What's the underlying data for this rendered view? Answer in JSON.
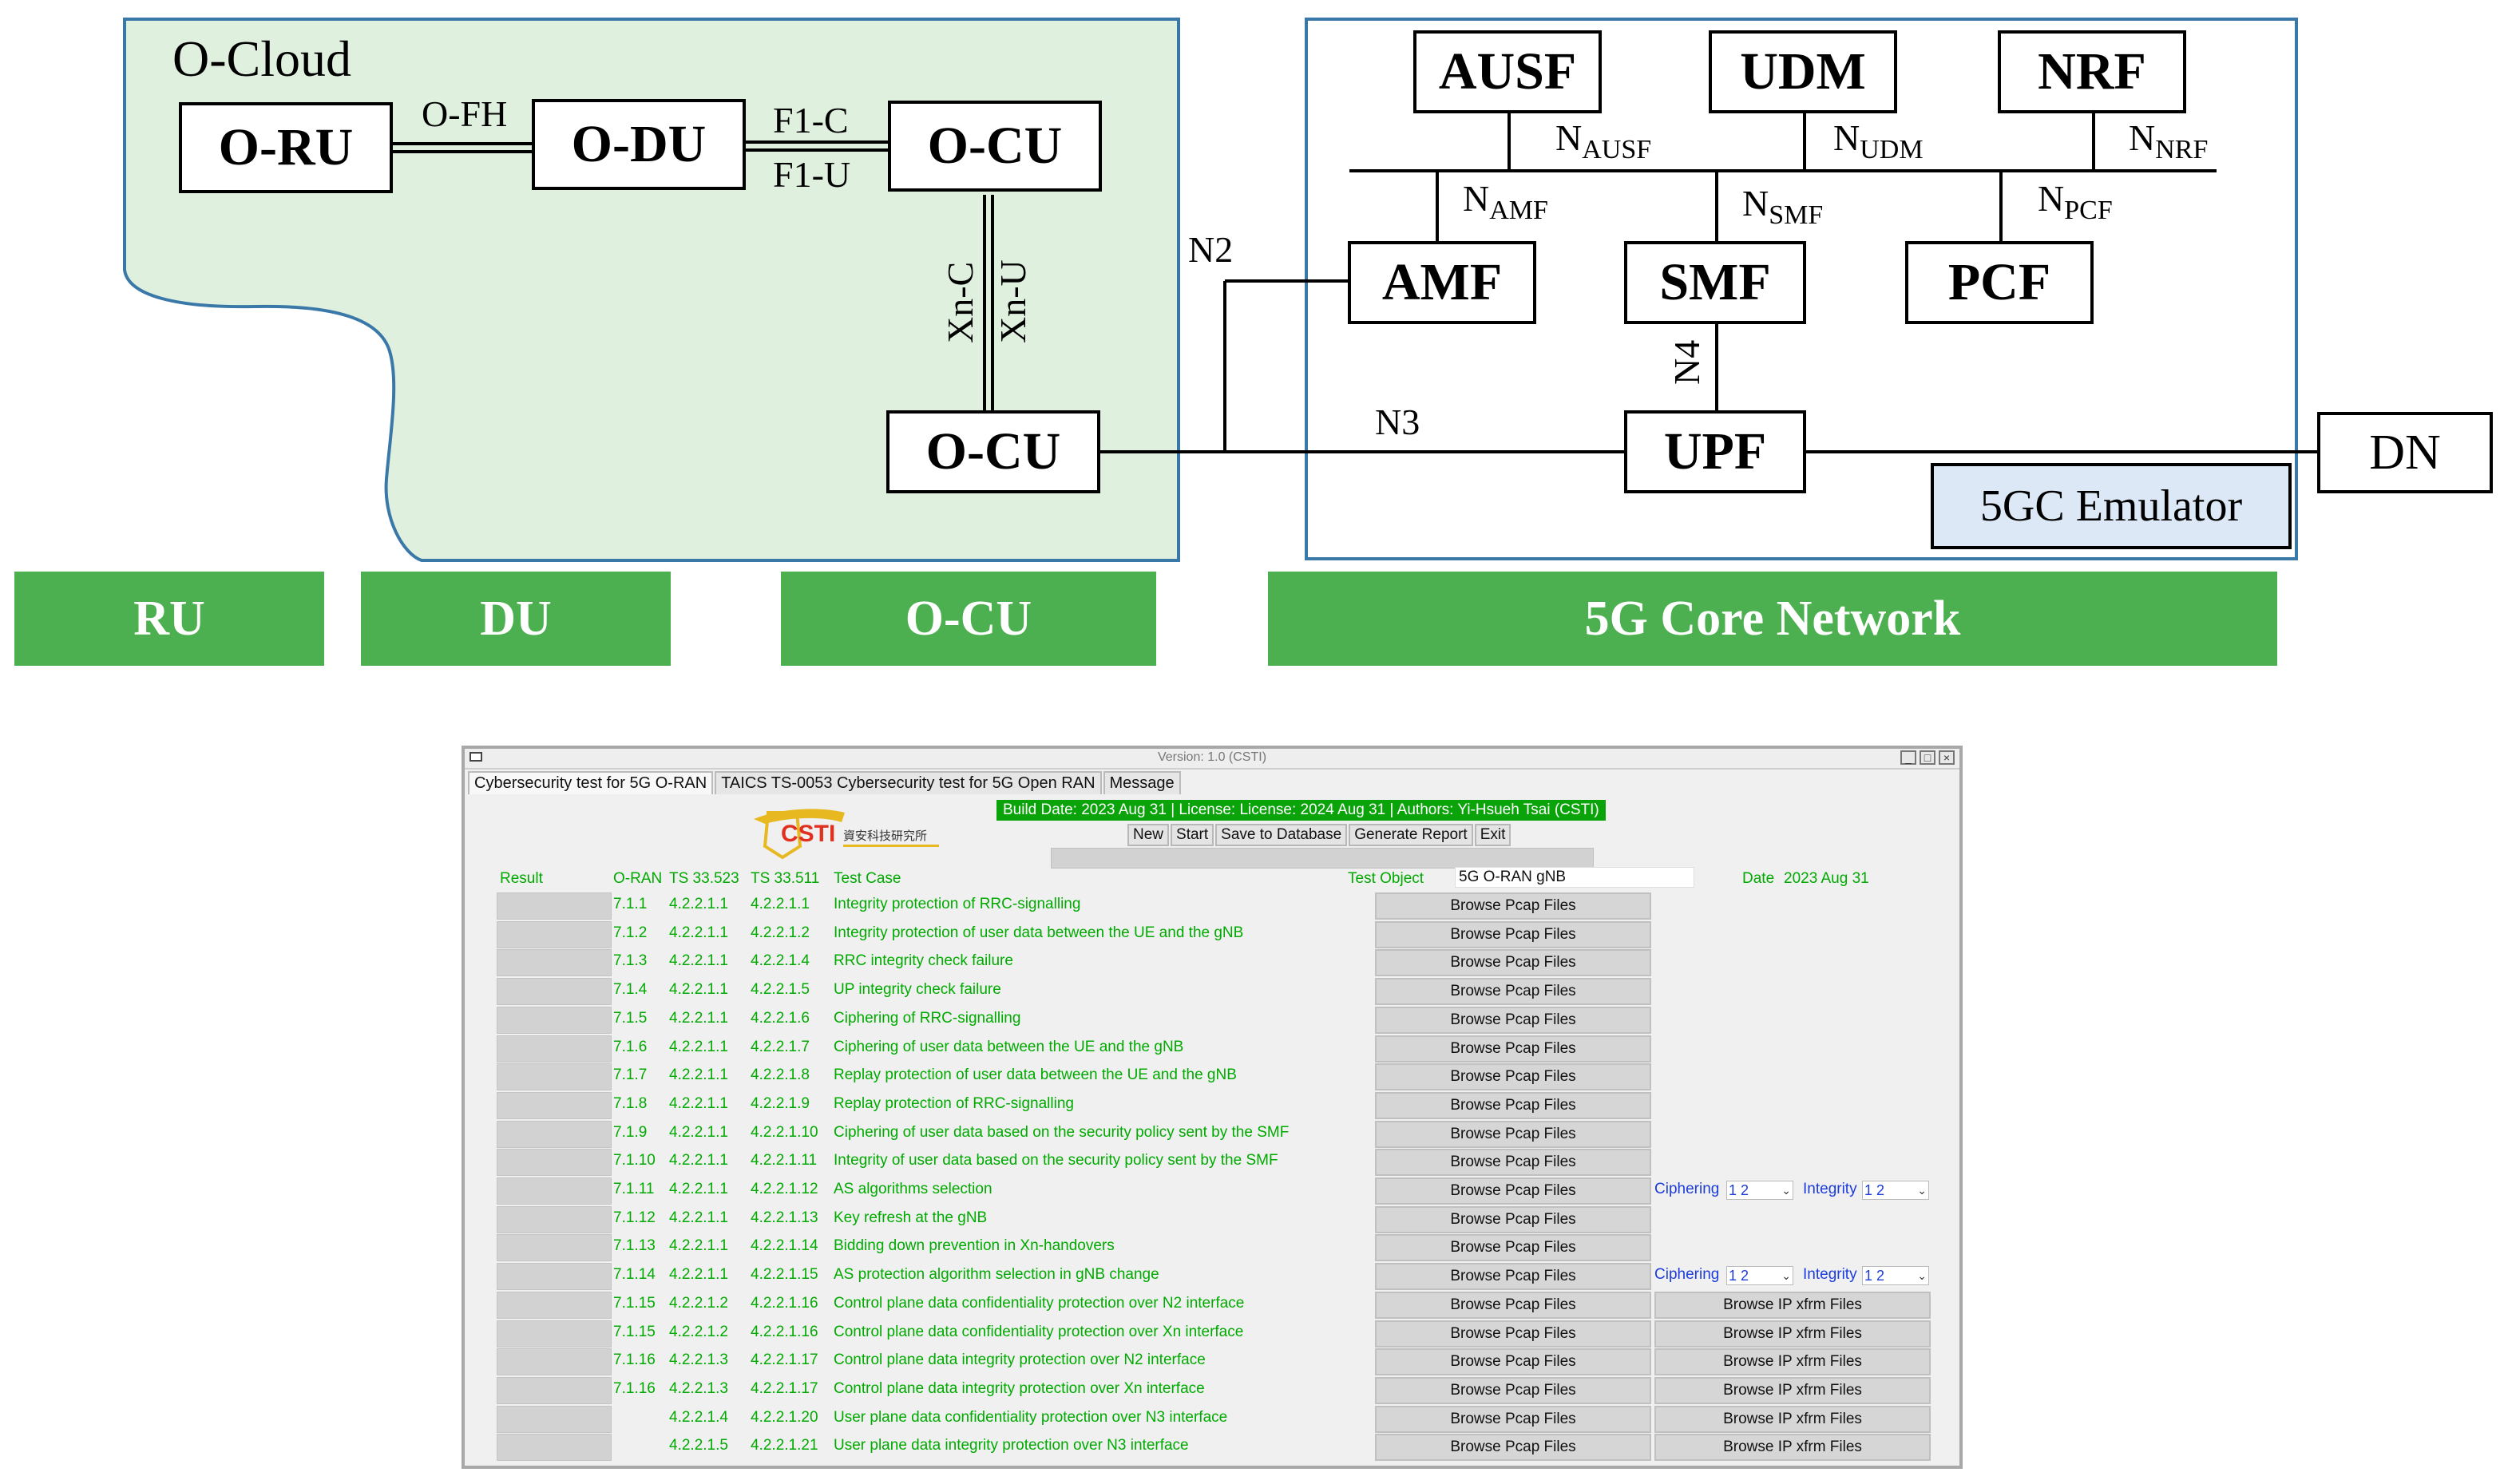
{
  "diagram": {
    "ocloud_label": "O-Cloud",
    "nodes": {
      "oru": "O-RU",
      "odu": "O-DU",
      "ocu_top": "O-CU",
      "ocu_bottom": "O-CU",
      "ausf": "AUSF",
      "udm": "UDM",
      "nrf": "NRF",
      "amf": "AMF",
      "smf": "SMF",
      "pcf": "PCF",
      "upf": "UPF",
      "dn": "DN",
      "emulator": "5GC Emulator"
    },
    "links": {
      "ofh": "O-FH",
      "f1c": "F1-C",
      "f1u": "F1-U",
      "xnc": "Xn-C",
      "xnu": "Xn-U",
      "n2": "N2",
      "n3": "N3",
      "n4": "N4"
    },
    "interfaces": [
      {
        "base": "N",
        "sub": "AUSF"
      },
      {
        "base": "N",
        "sub": "UDM"
      },
      {
        "base": "N",
        "sub": "NRF"
      },
      {
        "base": "N",
        "sub": "AMF"
      },
      {
        "base": "N",
        "sub": "SMF"
      },
      {
        "base": "N",
        "sub": "PCF"
      }
    ],
    "sections": [
      "RU",
      "DU",
      "O-CU",
      "5G Core Network"
    ],
    "colors": {
      "cloud_fill": "#dff0df",
      "cloud_border": "#3a78a8",
      "section": "#4cb050",
      "emulator_fill": "#dce8f6"
    }
  },
  "app": {
    "window_title": "Version: 1.0 (CSTI)",
    "tabs": [
      "Cybersecurity test for 5G O-RAN",
      "TAICS TS-0053 Cybersecurity test for 5G Open RAN",
      "Message"
    ],
    "logo_text": "CSTI",
    "logo_cjk": "資安科技研究所",
    "build_info": "Build Date: 2023 Aug 31 | License: License: 2024 Aug 31 | Authors: Yi-Hsueh Tsai (CSTI)",
    "toolbar": [
      "New",
      "Start",
      "Save to Database",
      "Generate Report",
      "Exit"
    ],
    "headers": {
      "result": "Result",
      "oran": "O-RAN",
      "ts523": "TS 33.523",
      "ts511": "TS 33.511",
      "testcase": "Test Case",
      "test_object_label": "Test Object",
      "test_object_value": "5G O-RAN gNB",
      "date_label": "Date",
      "date_value": "2023 Aug 31"
    },
    "rows": [
      {
        "oran": "7.1.1",
        "ts523": "4.2.2.1.1",
        "ts511": "4.2.2.1.1",
        "name": "Integrity protection of RRC-signalling",
        "pcap": "Browse Pcap Files"
      },
      {
        "oran": "7.1.2",
        "ts523": "4.2.2.1.1",
        "ts511": "4.2.2.1.2",
        "name": "Integrity protection of user data between the UE and the gNB",
        "pcap": "Browse Pcap Files"
      },
      {
        "oran": "7.1.3",
        "ts523": "4.2.2.1.1",
        "ts511": "4.2.2.1.4",
        "name": "RRC integrity check failure",
        "pcap": "Browse Pcap Files"
      },
      {
        "oran": "7.1.4",
        "ts523": "4.2.2.1.1",
        "ts511": "4.2.2.1.5",
        "name": "UP integrity check failure",
        "pcap": "Browse Pcap Files"
      },
      {
        "oran": "7.1.5",
        "ts523": "4.2.2.1.1",
        "ts511": "4.2.2.1.6",
        "name": "Ciphering of RRC-signalling",
        "pcap": "Browse Pcap Files"
      },
      {
        "oran": "7.1.6",
        "ts523": "4.2.2.1.1",
        "ts511": "4.2.2.1.7",
        "name": "Ciphering of user data between the UE and the gNB",
        "pcap": "Browse Pcap Files"
      },
      {
        "oran": "7.1.7",
        "ts523": "4.2.2.1.1",
        "ts511": "4.2.2.1.8",
        "name": "Replay protection of user data between the UE and the gNB",
        "pcap": "Browse Pcap Files"
      },
      {
        "oran": "7.1.8",
        "ts523": "4.2.2.1.1",
        "ts511": "4.2.2.1.9",
        "name": "Replay protection of RRC-signalling",
        "pcap": "Browse Pcap Files"
      },
      {
        "oran": "7.1.9",
        "ts523": "4.2.2.1.1",
        "ts511": "4.2.2.1.10",
        "name": "Ciphering of user data based on the security policy sent by the SMF",
        "pcap": "Browse Pcap Files"
      },
      {
        "oran": "7.1.10",
        "ts523": "4.2.2.1.1",
        "ts511": "4.2.2.1.11",
        "name": "Integrity of user data based on the security policy sent by the SMF",
        "pcap": "Browse Pcap Files"
      },
      {
        "oran": "7.1.11",
        "ts523": "4.2.2.1.1",
        "ts511": "4.2.2.1.12",
        "name": "AS algorithms selection",
        "pcap": "Browse Pcap Files",
        "ciphering": "1 2",
        "integrity": "1 2"
      },
      {
        "oran": "7.1.12",
        "ts523": "4.2.2.1.1",
        "ts511": "4.2.2.1.13",
        "name": "Key refresh at the gNB",
        "pcap": "Browse Pcap Files"
      },
      {
        "oran": "7.1.13",
        "ts523": "4.2.2.1.1",
        "ts511": "4.2.2.1.14",
        "name": "Bidding down prevention in Xn-handovers",
        "pcap": "Browse Pcap Files"
      },
      {
        "oran": "7.1.14",
        "ts523": "4.2.2.1.1",
        "ts511": "4.2.2.1.15",
        "name": "AS protection algorithm selection in gNB change",
        "pcap": "Browse Pcap Files",
        "ciphering": "1 2",
        "integrity": "1 2"
      },
      {
        "oran": "7.1.15",
        "ts523": "4.2.2.1.2",
        "ts511": "4.2.2.1.16",
        "name": "Control plane data confidentiality protection over N2 interface",
        "pcap": "Browse Pcap Files",
        "xfrm": "Browse IP xfrm Files"
      },
      {
        "oran": "7.1.15",
        "ts523": "4.2.2.1.2",
        "ts511": "4.2.2.1.16",
        "name": "Control plane data confidentiality protection over Xn interface",
        "pcap": "Browse Pcap Files",
        "xfrm": "Browse IP xfrm Files"
      },
      {
        "oran": "7.1.16",
        "ts523": "4.2.2.1.3",
        "ts511": "4.2.2.1.17",
        "name": "Control plane data integrity protection over N2 interface",
        "pcap": "Browse Pcap Files",
        "xfrm": "Browse IP xfrm Files"
      },
      {
        "oran": "7.1.16",
        "ts523": "4.2.2.1.3",
        "ts511": "4.2.2.1.17",
        "name": "Control plane data integrity protection over Xn interface",
        "pcap": "Browse Pcap Files",
        "xfrm": "Browse IP xfrm Files"
      },
      {
        "oran": "",
        "ts523": "4.2.2.1.4",
        "ts511": "4.2.2.1.20",
        "name": "User plane data confidentiality protection over N3 interface",
        "pcap": "Browse Pcap Files",
        "xfrm": "Browse IP xfrm Files"
      },
      {
        "oran": "",
        "ts523": "4.2.2.1.5",
        "ts511": "4.2.2.1.21",
        "name": "User plane data integrity protection over N3 interface",
        "pcap": "Browse Pcap Files",
        "xfrm": "Browse IP xfrm Files"
      }
    ],
    "option_labels": {
      "ciphering": "Ciphering",
      "integrity": "Integrity"
    }
  }
}
